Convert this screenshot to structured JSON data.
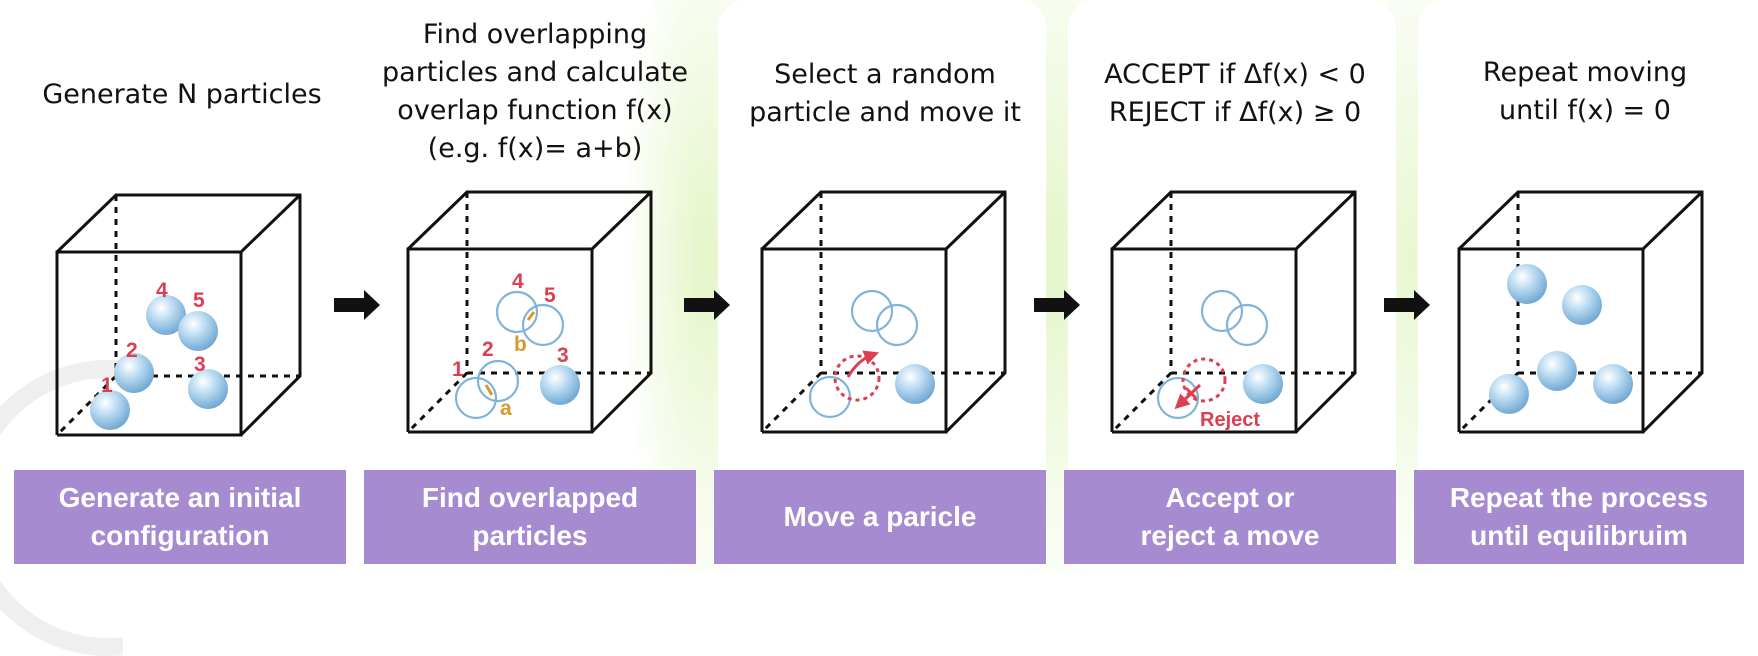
{
  "steps": [
    {
      "title": "Generate N particles",
      "bar": "Generate an initial\nconfiguration",
      "labels": [
        "1",
        "2",
        "3",
        "4",
        "5"
      ]
    },
    {
      "title": "Find overlapping\nparticles and calculate\noverlap function f(x)\n(e.g. f(x)= a+b)",
      "bar": "Find overlapped\nparticles",
      "labels": [
        "1",
        "2",
        "3",
        "4",
        "5"
      ],
      "overlap_labels": [
        "a",
        "b"
      ]
    },
    {
      "title": "Select a random\nparticle and move it",
      "bar": "Move a paricle"
    },
    {
      "title": "ACCEPT if Δf(x) < 0\nREJECT if Δf(x) ≥ 0",
      "bar": "Accept or\nreject a move",
      "reject_label": "Reject"
    },
    {
      "title": "Repeat moving\nuntil f(x) = 0",
      "bar": "Repeat the process\nuntil equilibruim"
    }
  ],
  "colors": {
    "bar": "#a78bd1",
    "particle": "#8ec1e6",
    "ring": "#7fb3d8",
    "label_red": "#dd3f50",
    "label_orange": "#d99a2b",
    "background_glow": "#d6f0aa"
  },
  "icons": [
    "arrow-right-icon",
    "curved-arrow-icon"
  ]
}
